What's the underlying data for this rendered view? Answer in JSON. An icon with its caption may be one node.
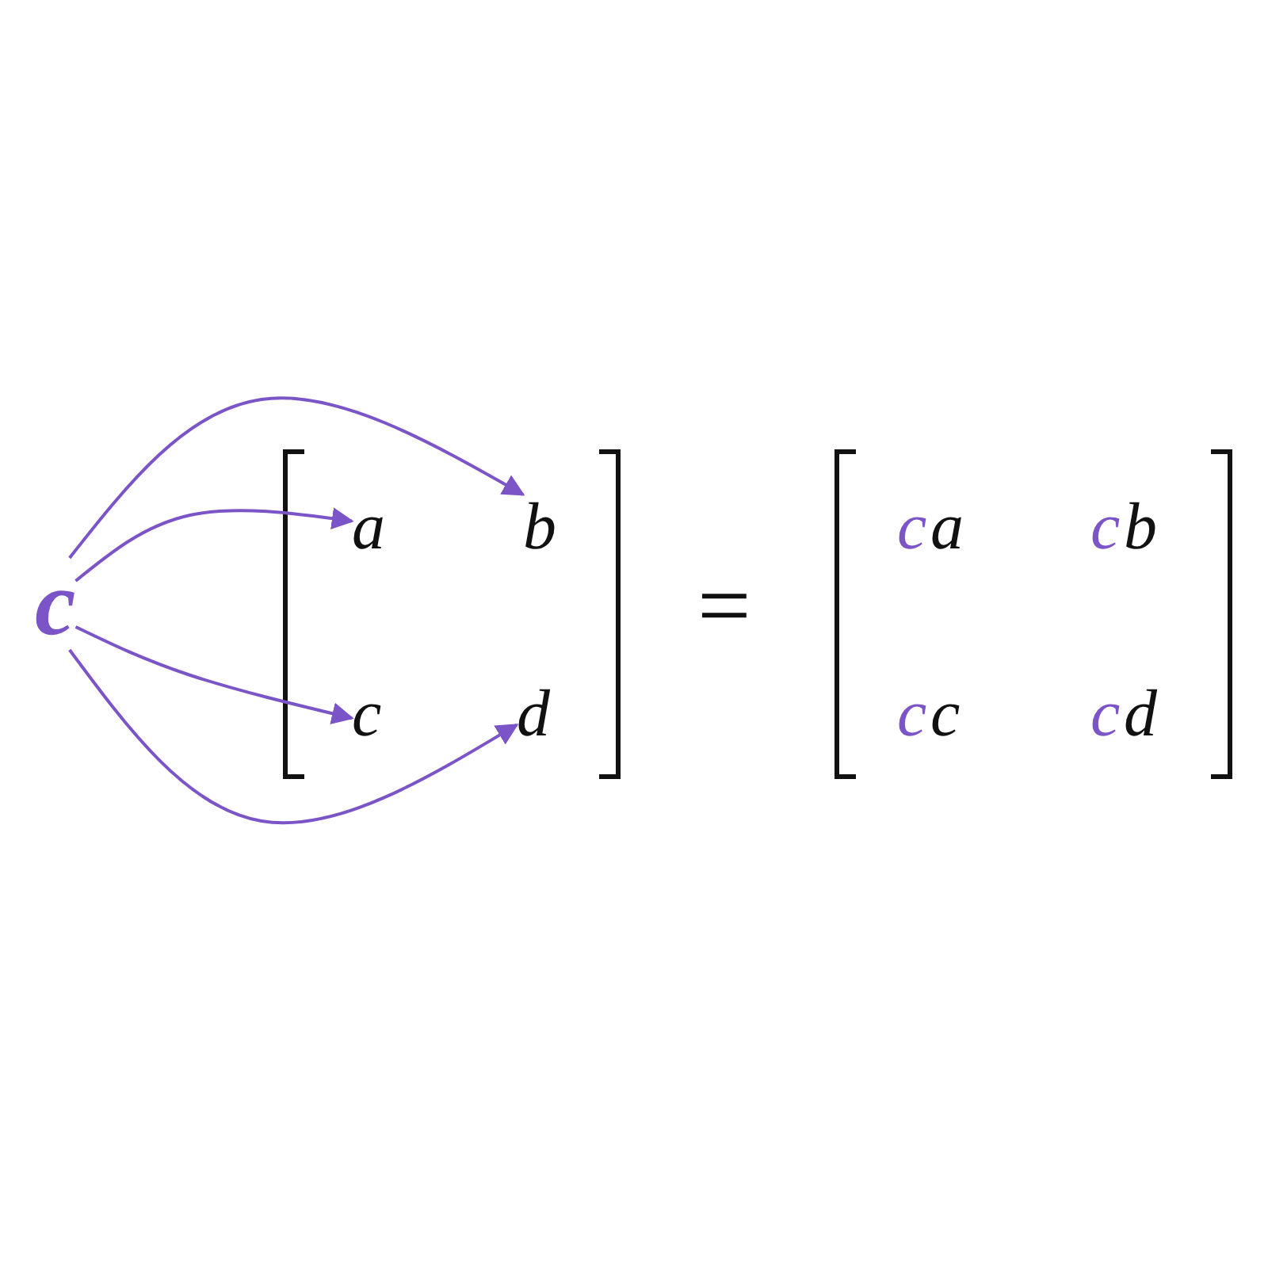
{
  "diagram": {
    "nodes": [
      {
        "text": [
          "c"
        ]
      },
      {
        "text": [
          "a"
        ]
      },
      {
        "text": [
          "b"
        ]
      },
      {
        "text": [
          "c"
        ]
      },
      {
        "text": [
          "d"
        ]
      }
    ],
    "edges": [
      {
        "from": 0,
        "to": 1,
        "arrow": "to"
      },
      {
        "from": 0,
        "to": 2,
        "arrow": "to"
      },
      {
        "from": 0,
        "to": 3,
        "arrow": "to"
      },
      {
        "from": 0,
        "to": 4,
        "arrow": "to"
      }
    ],
    "labels": [
      "=",
      "c",
      "a",
      "c",
      "b",
      "c",
      "c",
      "c",
      "d"
    ]
  }
}
